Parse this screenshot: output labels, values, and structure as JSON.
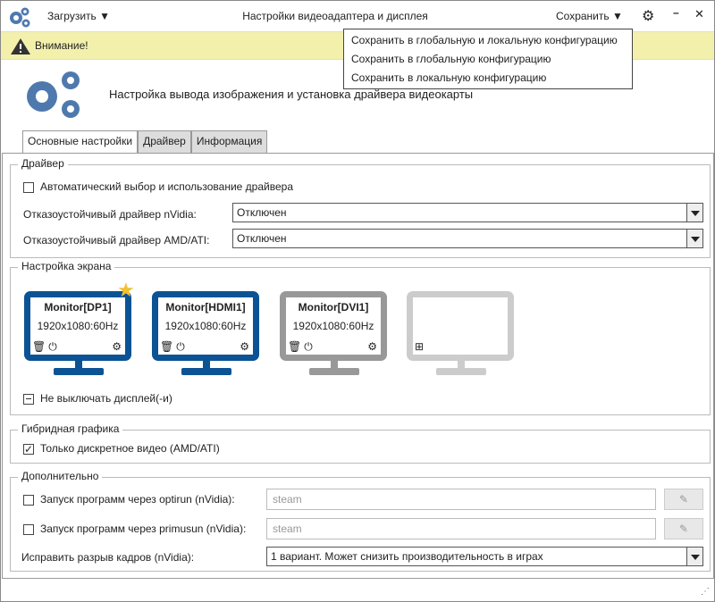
{
  "titlebar": {
    "load_label": "Загрузить",
    "title": "Настройки видеоадаптера и дисплея",
    "save_label": "Сохранить"
  },
  "save_menu": [
    "Сохранить в глобальную и локальную конфигурацию",
    "Сохранить в глобальную конфигурацию",
    "Сохранить в локальную конфигурацию"
  ],
  "warning": "Внимание!",
  "header": "Настройка вывода изображения и установка драйвера видеокарты",
  "tabs": [
    {
      "label": "Основные настройки",
      "active": true
    },
    {
      "label": "Драйвер"
    },
    {
      "label": "Информация"
    }
  ],
  "driver": {
    "legend": "Драйвер",
    "auto_label": "Автоматический выбор и использование драйвера",
    "auto_checked": false,
    "nvidia_label": "Отказоустойчивый драйвер nVidia:",
    "nvidia_value": "Отключен",
    "amd_label": "Отказоустойчивый драйвер AMD/ATI:",
    "amd_value": "Отключен"
  },
  "screen": {
    "legend": "Настройка экрана",
    "monitors": [
      {
        "name": "Monitor[DP1]",
        "mode": "1920x1080:60Hz",
        "primary": true,
        "color": "#0b5394"
      },
      {
        "name": "Monitor[HDMI1]",
        "mode": "1920x1080:60Hz",
        "color": "#0b5394"
      },
      {
        "name": "Monitor[DVI1]",
        "mode": "1920x1080:60Hz",
        "color": "#999999"
      },
      {
        "name": "",
        "mode": "",
        "color": "#cccccc"
      }
    ],
    "no_off_label": "Не выключать дисплей(-и)"
  },
  "hybrid": {
    "legend": "Гибридная графика",
    "discrete_label": "Только дискретное видео (AMD/ATI)",
    "discrete_checked": true
  },
  "extra": {
    "legend": "Дополнительно",
    "optirun_label": "Запуск программ через optirun (nVidia):",
    "optirun_value": "steam",
    "primusun_label": "Запуск программ через primusun (nVidia):",
    "primusun_value": "steam",
    "tearing_label": "Исправить разрыв кадров (nVidia):",
    "tearing_value": "1 вариант. Может снизить производительность в играх"
  }
}
